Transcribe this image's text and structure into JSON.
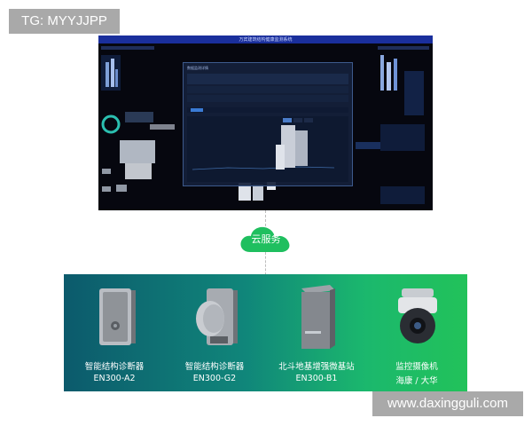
{
  "watermarks": {
    "top_left": "TG: MYYJJPP",
    "bottom_right": "www.daxingguli.com"
  },
  "dashboard": {
    "title": "万宾建筑结构健康监测系统",
    "dialog_title": "数据监测详情"
  },
  "cloud": {
    "label": "云服务"
  },
  "devices": [
    {
      "name": "智能结构诊断器",
      "model": "EN300-A2",
      "icon": "sensor-box-icon"
    },
    {
      "name": "智能结构诊断器",
      "model": "EN300-G2",
      "icon": "sensor-disc-icon"
    },
    {
      "name": "北斗地基增强微基站",
      "model": "EN300-B1",
      "icon": "base-station-icon"
    },
    {
      "name": "监控摄像机",
      "model": "海康 / 大华",
      "icon": "dome-camera-icon"
    }
  ],
  "colors": {
    "cloud_green": "#1fbf5f",
    "panel_start": "#0c5a6c",
    "panel_end": "#22c25a",
    "screen_bg": "#06070f"
  }
}
